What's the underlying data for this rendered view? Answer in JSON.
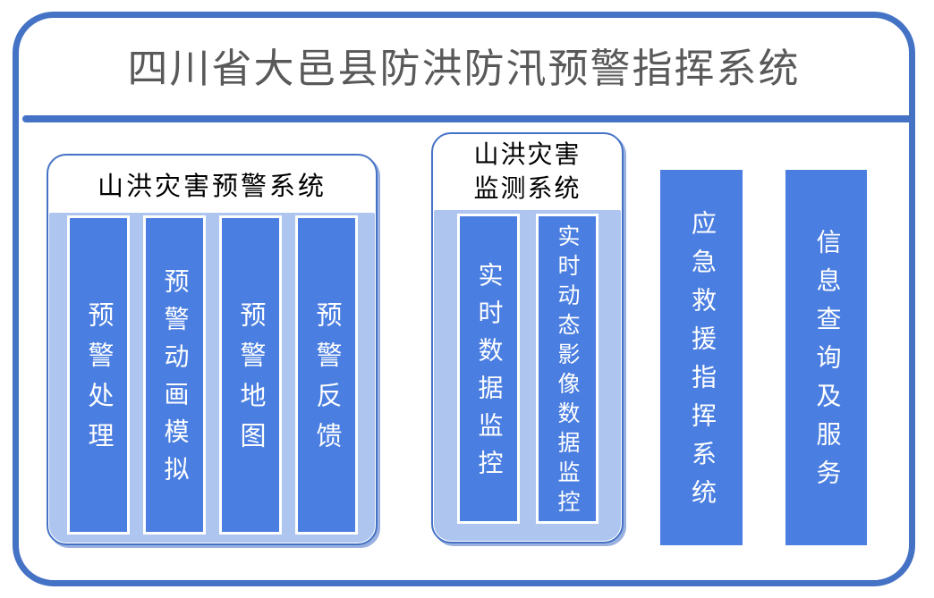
{
  "main_title": "四川省大邑县防洪防汛预警指挥系统",
  "groups": [
    {
      "title": "山洪灾害预警系统",
      "bars": [
        "预警处理",
        "预警动画模拟",
        "预警地图",
        "预警反馈"
      ]
    },
    {
      "title": "山洪灾害监测系统",
      "bars": [
        "实时数据监控",
        "实时动态影像数据监控"
      ]
    }
  ],
  "standalone_bars": [
    "应急救援指挥系统",
    "信息查询及服务"
  ],
  "colors": {
    "frame_border": "#4472C4",
    "divider": "#4472C4",
    "bar_fill": "#4A7EE0",
    "tray_fill": "#AEC5EF",
    "main_title_text": "#595959",
    "group_title_text": "#000000",
    "bar_text": "#FFFFFF"
  }
}
